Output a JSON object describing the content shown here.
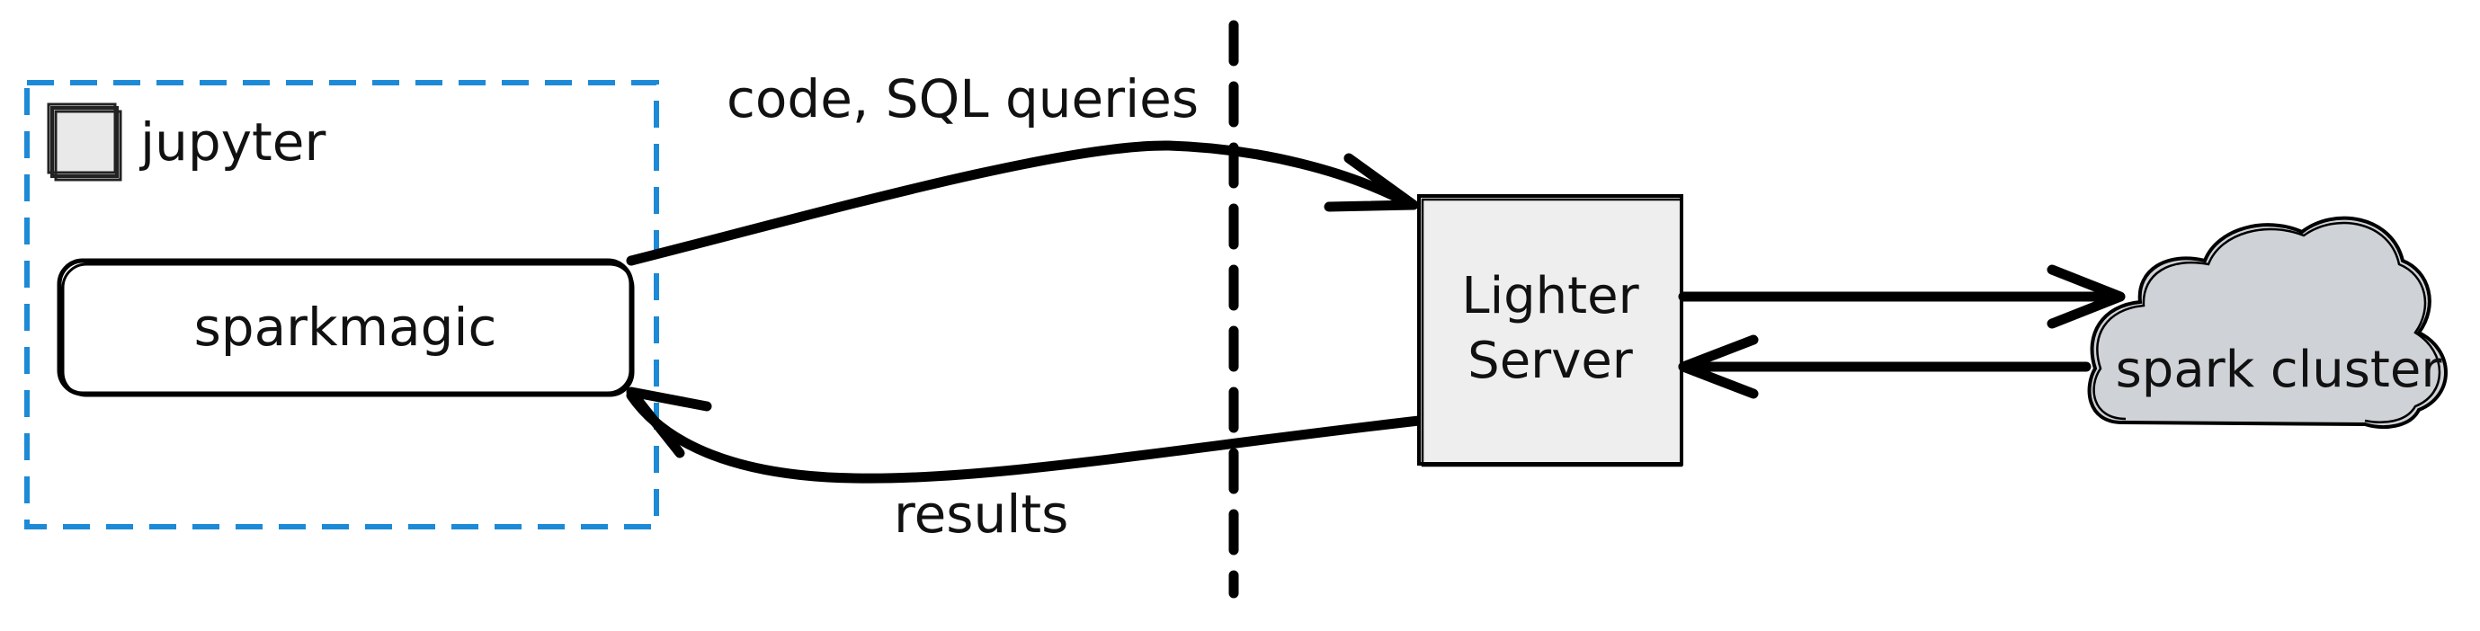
{
  "diagram": {
    "client_group": {
      "label": "jupyter",
      "component": "sparkmagic"
    },
    "server": {
      "label_line1": "Lighter",
      "label_line2": "Server"
    },
    "cluster": {
      "label": "spark cluster"
    },
    "edges": {
      "request_label": "code, SQL queries",
      "response_label": "results"
    },
    "colors": {
      "boundary_dashed_box": "#1c8ad6",
      "server_fill": "#eeeeee",
      "cluster_fill": "#cfd2d7",
      "stroke": "#000000",
      "jupyter_icon_fill": "#e9e9e9"
    }
  }
}
